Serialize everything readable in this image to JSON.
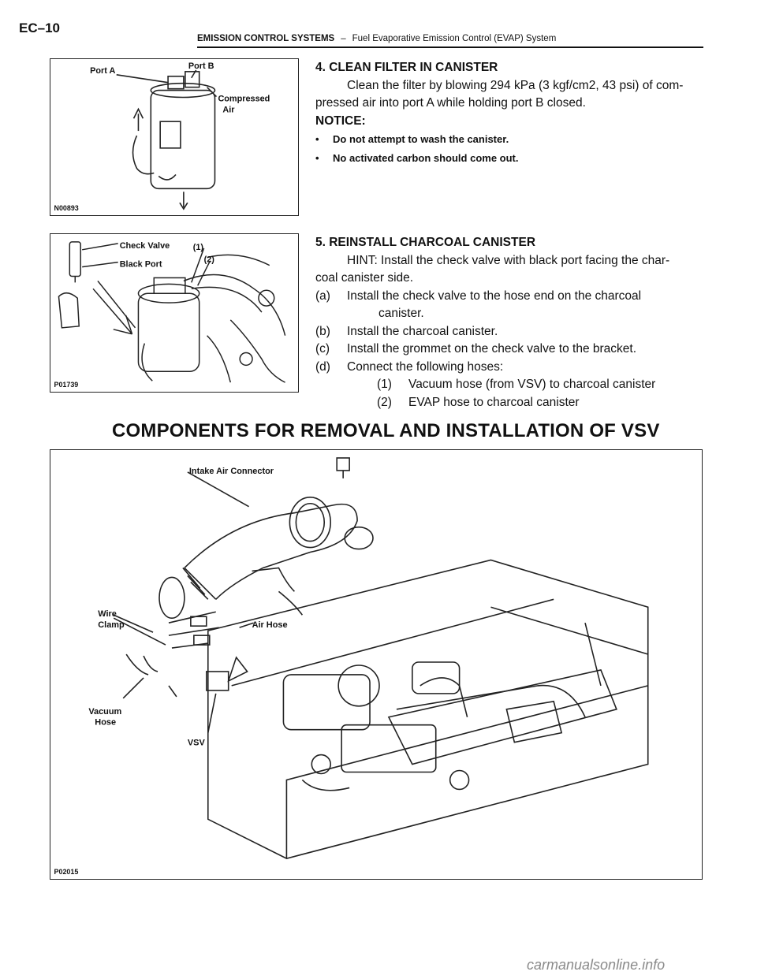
{
  "header": {
    "page_id": "EC–10",
    "section": "EMISSION CONTROL SYSTEMS",
    "separator": "–",
    "subsection": "Fuel Evaporative Emission Control (EVAP) System"
  },
  "figures": {
    "fig1": {
      "code": "N00893",
      "labels": {
        "port_a": "Port A",
        "port_b": "Port B",
        "compressed_air_1": "Compressed",
        "compressed_air_2": "Air"
      }
    },
    "fig2": {
      "code": "P01739",
      "labels": {
        "check_valve": "Check Valve",
        "black_port": "Black Port",
        "n1": "(1)",
        "n2": "(2)"
      }
    },
    "fig3": {
      "code": "P02015",
      "labels": {
        "intake_air_connector": "Intake Air Connector",
        "wire_clamp_1": "Wire",
        "wire_clamp_2": "Clamp",
        "air_hose": "Air Hose",
        "vacuum_hose_1": "Vacuum",
        "vacuum_hose_2": "Hose",
        "vsv": "VSV"
      }
    }
  },
  "step4": {
    "heading": "4. CLEAN FILTER IN CANISTER",
    "line1": "Clean the filter by blowing 294 kPa (3 kgf/cm2, 43 psi) of com-",
    "line2": "pressed air into port A while holding port B closed.",
    "notice": "NOTICE:",
    "bullet_symbol": "•",
    "bullets": [
      "Do not attempt to wash the canister.",
      "No activated carbon should come out."
    ]
  },
  "step5": {
    "heading": "5. REINSTALL CHARCOAL CANISTER",
    "hint1": "HINT: Install the check valve with black port facing the char-",
    "hint2": "coal canister side.",
    "a_label": "(a)",
    "a_text": "Install the check valve to the hose end on the charcoal",
    "a_cont": "canister.",
    "b_label": "(b)",
    "b_text": "Install the charcoal canister.",
    "c_label": "(c)",
    "c_text": "Install the grommet on the check valve to the bracket.",
    "d_label": "(d)",
    "d_text": "Connect the following hoses:",
    "d1_label": "(1)",
    "d1_text": "Vacuum hose (from VSV) to charcoal canister",
    "d2_label": "(2)",
    "d2_text": "EVAP hose to charcoal canister"
  },
  "section_title": "COMPONENTS FOR REMOVAL AND INSTALLATION OF VSV",
  "watermark": "carmanualsonline.info"
}
